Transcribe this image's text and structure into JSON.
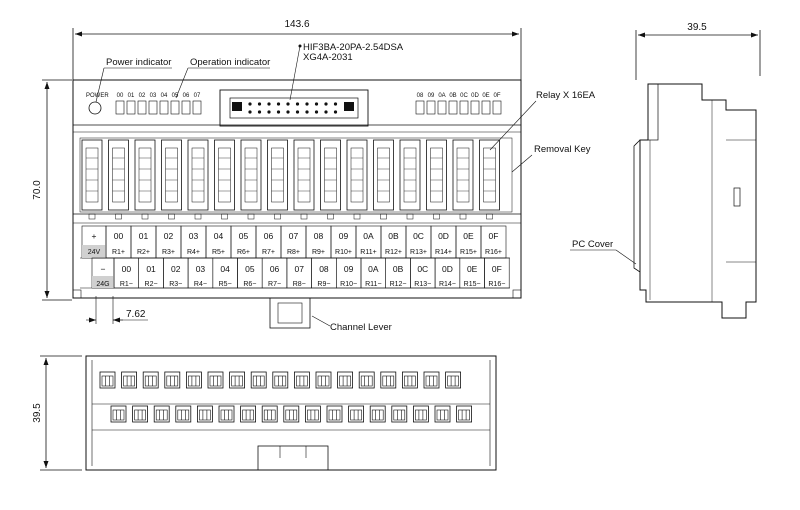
{
  "dimensions": {
    "width_top": "143.6",
    "height_front": "70.0",
    "depth_side": "39.5",
    "depth_bottom": "39.5",
    "pitch": "7.62"
  },
  "connector": {
    "part1": "HIF3BA-20PA-2.54DSA",
    "part2": "XG4A-2031"
  },
  "callouts": {
    "power_indicator": "Power indicator",
    "operation_indicator": "Operation indicator",
    "relay": "Relay X 16EA",
    "removal_key": "Removal Key",
    "pc_cover": "PC Cover",
    "channel_lever": "Channel Lever",
    "power_led_label": "POWER"
  },
  "led_labels_left": [
    "00",
    "01",
    "02",
    "03",
    "04",
    "05",
    "06",
    "07"
  ],
  "led_labels_right": [
    "08",
    "09",
    "0A",
    "0B",
    "0C",
    "0D",
    "0E",
    "0F"
  ],
  "terminals": {
    "top_row": {
      "first": {
        "symbol": "+",
        "label": "24V"
      },
      "cells": [
        {
          "ch": "00",
          "r": "R1+"
        },
        {
          "ch": "01",
          "r": "R2+"
        },
        {
          "ch": "02",
          "r": "R3+"
        },
        {
          "ch": "03",
          "r": "R4+"
        },
        {
          "ch": "04",
          "r": "R5+"
        },
        {
          "ch": "05",
          "r": "R6+"
        },
        {
          "ch": "06",
          "r": "R7+"
        },
        {
          "ch": "07",
          "r": "R8+"
        },
        {
          "ch": "08",
          "r": "R9+"
        },
        {
          "ch": "09",
          "r": "R10+"
        },
        {
          "ch": "0A",
          "r": "R11+"
        },
        {
          "ch": "0B",
          "r": "R12+"
        },
        {
          "ch": "0C",
          "r": "R13+"
        },
        {
          "ch": "0D",
          "r": "R14+"
        },
        {
          "ch": "0E",
          "r": "R15+"
        },
        {
          "ch": "0F",
          "r": "R16+"
        }
      ]
    },
    "bottom_row": {
      "first": {
        "symbol": "−",
        "label": "24G"
      },
      "cells": [
        {
          "ch": "00",
          "r": "R1−"
        },
        {
          "ch": "01",
          "r": "R2−"
        },
        {
          "ch": "02",
          "r": "R3−"
        },
        {
          "ch": "03",
          "r": "R4−"
        },
        {
          "ch": "04",
          "r": "R5−"
        },
        {
          "ch": "05",
          "r": "R6−"
        },
        {
          "ch": "06",
          "r": "R7−"
        },
        {
          "ch": "07",
          "r": "R8−"
        },
        {
          "ch": "08",
          "r": "R9−"
        },
        {
          "ch": "09",
          "r": "R10−"
        },
        {
          "ch": "0A",
          "r": "R11−"
        },
        {
          "ch": "0B",
          "r": "R12−"
        },
        {
          "ch": "0C",
          "r": "R13−"
        },
        {
          "ch": "0D",
          "r": "R14−"
        },
        {
          "ch": "0E",
          "r": "R15−"
        },
        {
          "ch": "0F",
          "r": "R16−"
        }
      ]
    }
  }
}
